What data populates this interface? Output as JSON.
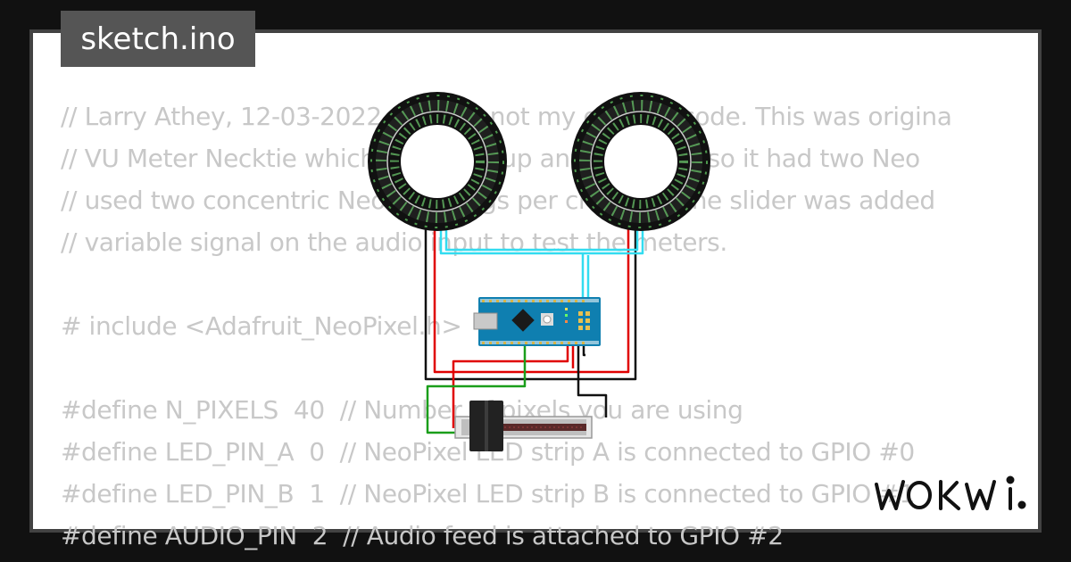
{
  "window": {
    "title": "sketch.ino"
  },
  "code_lines": [
    "// Larry Athey, 12-03-2022 - This is not my original code. This was origina",
    "// VU Meter Necktie which I cleaned up and modified so it had two Neo",
    "// used two concentric NeoPixel rings per channel. The slider was added",
    "// variable signal on the audio input to test the meters.",
    "",
    "# include <Adafruit_NeoPixel.h>",
    "",
    "#define N_PIXELS  40  // Number of pixels you are using",
    "#define LED_PIN_A  0  // NeoPixel LED strip A is connected to GPIO #0",
    "#define LED_PIN_B  1  // NeoPixel LED strip B is connected to GPIO #1",
    "#define AUDIO_PIN  2  // Audio feed is attached to GPIO #2"
  ],
  "brand": {
    "logo_text": "WOKWI"
  },
  "colors": {
    "background": "#111111",
    "frame": "#424242",
    "paper": "#ffffff",
    "code_text": "#c8c8c8",
    "badge": "#555555",
    "board": "#0f7fb0",
    "wire_red": "#e00000",
    "wire_black": "#111111",
    "wire_green": "#1a9e1a",
    "wire_cyan": "#32dcf0"
  },
  "components": {
    "neopixel_rings": [
      "left-ring",
      "right-ring"
    ],
    "microcontroller": "arduino-nano",
    "slider": "slide-potentiometer"
  }
}
